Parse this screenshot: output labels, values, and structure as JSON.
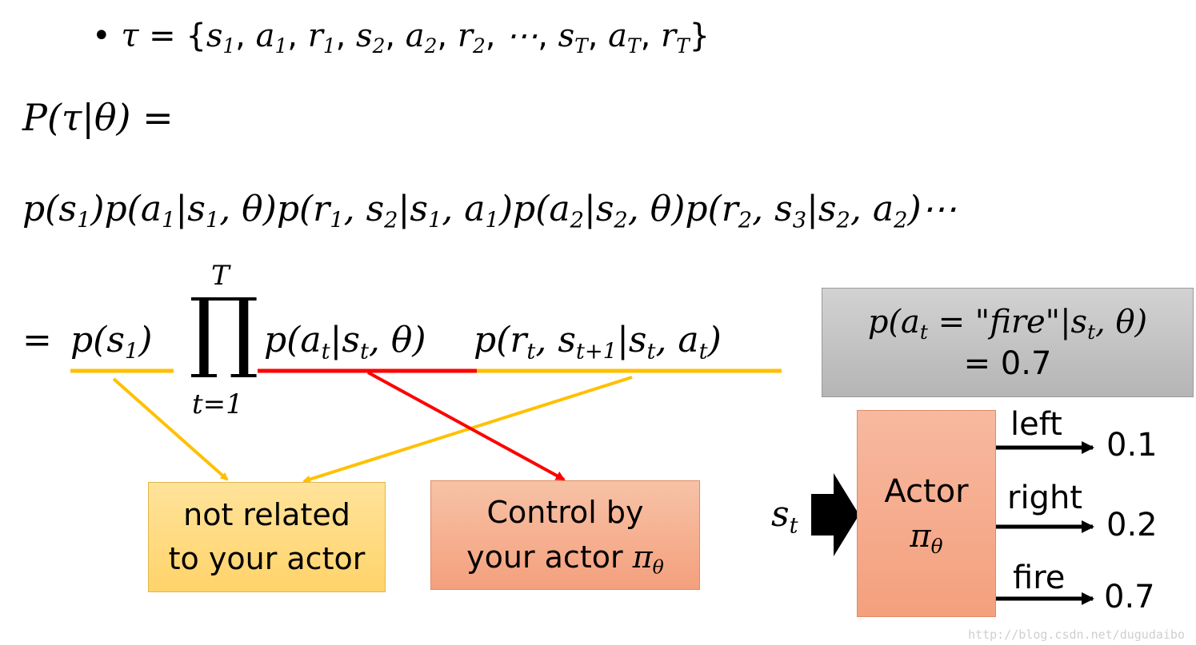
{
  "trajectory": {
    "bullet": "•",
    "tau": "τ",
    "equals": " = ",
    "seq": [
      {
        "b": "s",
        "s": "1"
      },
      {
        "b": "a",
        "s": "1"
      },
      {
        "b": "r",
        "s": "1"
      },
      {
        "b": "s",
        "s": "2"
      },
      {
        "b": "a",
        "s": "2"
      },
      {
        "b": "r",
        "s": "2"
      },
      {
        "b": "⋯",
        "s": ""
      },
      {
        "b": "s",
        "s": "T"
      },
      {
        "b": "a",
        "s": "T"
      },
      {
        "b": "r",
        "s": "T"
      }
    ]
  },
  "p_title": "P(τ|θ) =",
  "expansion": {
    "terms": [
      {
        "p": "p(",
        "parts": [
          {
            "b": "s",
            "s": "1"
          }
        ],
        "tail": ")"
      },
      {
        "p": "p(",
        "parts": [
          {
            "b": "a",
            "s": "1"
          },
          {
            "t": "|"
          },
          {
            "b": "s",
            "s": "1"
          },
          {
            "t": ", θ"
          }
        ],
        "tail": ")"
      },
      {
        "p": "p(",
        "parts": [
          {
            "b": "r",
            "s": "1"
          },
          {
            "t": ", "
          },
          {
            "b": "s",
            "s": "2"
          },
          {
            "t": "|"
          },
          {
            "b": "s",
            "s": "1"
          },
          {
            "t": ", "
          },
          {
            "b": "a",
            "s": "1"
          }
        ],
        "tail": ")"
      },
      {
        "p": "p(",
        "parts": [
          {
            "b": "a",
            "s": "2"
          },
          {
            "t": "|"
          },
          {
            "b": "s",
            "s": "2"
          },
          {
            "t": ", θ"
          }
        ],
        "tail": ")"
      },
      {
        "p": "p(",
        "parts": [
          {
            "b": "r",
            "s": "2"
          },
          {
            "t": ", "
          },
          {
            "b": "s",
            "s": "3"
          },
          {
            "t": "|"
          },
          {
            "b": "s",
            "s": "2"
          },
          {
            "t": ", "
          },
          {
            "b": "a",
            "s": "2"
          }
        ],
        "tail": ")"
      }
    ],
    "ellipsis": "⋯"
  },
  "product": {
    "equals": "= ",
    "initial": "p(s",
    "initial_sub": "1",
    "initial_close": ")",
    "symbol": "∏",
    "upper": "T",
    "lower": "t=1",
    "policy_term": "p(a",
    "policy_sub": "t",
    "policy_rest": "|s",
    "policy_sub2": "t",
    "policy_close": ", θ)",
    "env_term": "p(r",
    "env_sub1": "t",
    "env_mid": ", s",
    "env_sub2": "t+1",
    "env_mid2": "|s",
    "env_sub3": "t",
    "env_mid3": ", a",
    "env_sub4": "t",
    "env_close": ")"
  },
  "boxes": {
    "unrelated_line1": "not related",
    "unrelated_line2": "to your actor",
    "control_line1": "Control by",
    "control_line2": "your actor ",
    "control_pi": "π",
    "control_theta": "θ"
  },
  "example": {
    "line1_a": "p(a",
    "line1_sub": "t",
    "line1_b": " = \"fire\"|s",
    "line1_sub2": "t",
    "line1_c": ", θ)",
    "line2": "= 0.7"
  },
  "actor": {
    "input": "s",
    "input_sub": "t",
    "title": "Actor",
    "pi": "π",
    "theta": "θ",
    "actions": [
      {
        "label": "left",
        "prob": "0.1"
      },
      {
        "label": "right",
        "prob": "0.2"
      },
      {
        "label": "fire",
        "prob": "0.7"
      }
    ]
  },
  "colors": {
    "orange": "#ffc000",
    "red": "#ff0000",
    "black": "#000000"
  },
  "watermark": "http://blog.csdn.net/dugudaibo"
}
